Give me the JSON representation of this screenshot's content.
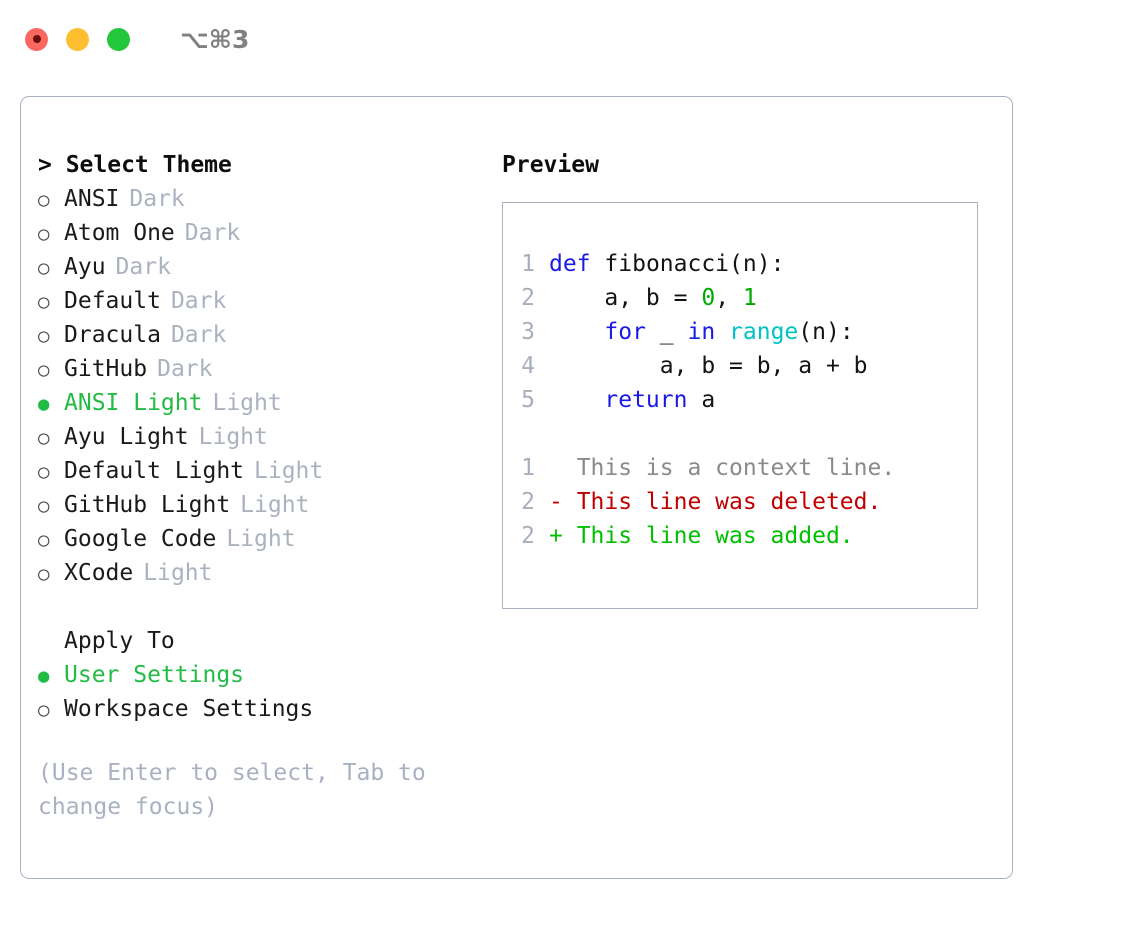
{
  "window": {
    "shortcut_label": "⌥⌘3",
    "traffic_lights": [
      {
        "name": "close",
        "color": "#fa6660"
      },
      {
        "name": "minimize",
        "color": "#fdbe30"
      },
      {
        "name": "zoom",
        "color": "#24c63c"
      }
    ]
  },
  "theme_picker": {
    "header": "> Select Theme",
    "items": [
      {
        "marker": "○",
        "label": "ANSI",
        "tag": "Dark",
        "selected": false
      },
      {
        "marker": "○",
        "label": "Atom One",
        "tag": "Dark",
        "selected": false
      },
      {
        "marker": "○",
        "label": "Ayu",
        "tag": "Dark",
        "selected": false
      },
      {
        "marker": "○",
        "label": "Default",
        "tag": "Dark",
        "selected": false
      },
      {
        "marker": "○",
        "label": "Dracula",
        "tag": "Dark",
        "selected": false
      },
      {
        "marker": "○",
        "label": "GitHub",
        "tag": "Dark",
        "selected": false
      },
      {
        "marker": "●",
        "label": "ANSI Light",
        "tag": "Light",
        "selected": true
      },
      {
        "marker": "○",
        "label": "Ayu Light",
        "tag": "Light",
        "selected": false
      },
      {
        "marker": "○",
        "label": "Default Light",
        "tag": "Light",
        "selected": false
      },
      {
        "marker": "○",
        "label": "GitHub Light",
        "tag": "Light",
        "selected": false
      },
      {
        "marker": "○",
        "label": "Google Code",
        "tag": "Light",
        "selected": false
      },
      {
        "marker": "○",
        "label": "XCode",
        "tag": "Light",
        "selected": false
      }
    ]
  },
  "apply_to": {
    "title": "Apply To",
    "options": [
      {
        "marker": "●",
        "label": "User Settings",
        "selected": true
      },
      {
        "marker": "○",
        "label": "Workspace Settings",
        "selected": false
      }
    ]
  },
  "hint": "(Use Enter to select, Tab to change focus)",
  "preview": {
    "title": "Preview",
    "code_lines": [
      {
        "lineno": "1",
        "tokens": [
          {
            "t": "def",
            "c": "kw"
          },
          {
            "t": " ",
            "c": "punc"
          },
          {
            "t": "fibonacci",
            "c": "id"
          },
          {
            "t": "(n):",
            "c": "punc"
          }
        ]
      },
      {
        "lineno": "2",
        "tokens": [
          {
            "t": "    a, b = ",
            "c": "id"
          },
          {
            "t": "0",
            "c": "num"
          },
          {
            "t": ", ",
            "c": "punc"
          },
          {
            "t": "1",
            "c": "num"
          }
        ]
      },
      {
        "lineno": "3",
        "tokens": [
          {
            "t": "    ",
            "c": "punc"
          },
          {
            "t": "for",
            "c": "kw"
          },
          {
            "t": " _ ",
            "c": "id"
          },
          {
            "t": "in",
            "c": "kw"
          },
          {
            "t": " ",
            "c": "punc"
          },
          {
            "t": "range",
            "c": "fn"
          },
          {
            "t": "(n):",
            "c": "punc"
          }
        ]
      },
      {
        "lineno": "4",
        "tokens": [
          {
            "t": "        a, b = b, a + b",
            "c": "id"
          }
        ]
      },
      {
        "lineno": "5",
        "tokens": [
          {
            "t": "    ",
            "c": "punc"
          },
          {
            "t": "return",
            "c": "kw"
          },
          {
            "t": " a",
            "c": "id"
          }
        ]
      }
    ],
    "diff_lines": [
      {
        "lineno": "1",
        "text": "  This is a context line.",
        "kind": "ctx"
      },
      {
        "lineno": "2",
        "text": "- This line was deleted.",
        "kind": "del"
      },
      {
        "lineno": "2",
        "text": "+ This line was added.",
        "kind": "add"
      }
    ]
  },
  "colors": {
    "accent_selected": "#22bb44",
    "muted_tag": "#aab2bf",
    "hint": "#a9b1c1",
    "border": "#aab3c2",
    "lineno": "#a7aebd",
    "keyword": "#1a1ae6",
    "function": "#00c2c2",
    "number": "#00a800",
    "diff_context": "#8a8a8a",
    "diff_deleted": "#c00000",
    "diff_added": "#00c000"
  }
}
